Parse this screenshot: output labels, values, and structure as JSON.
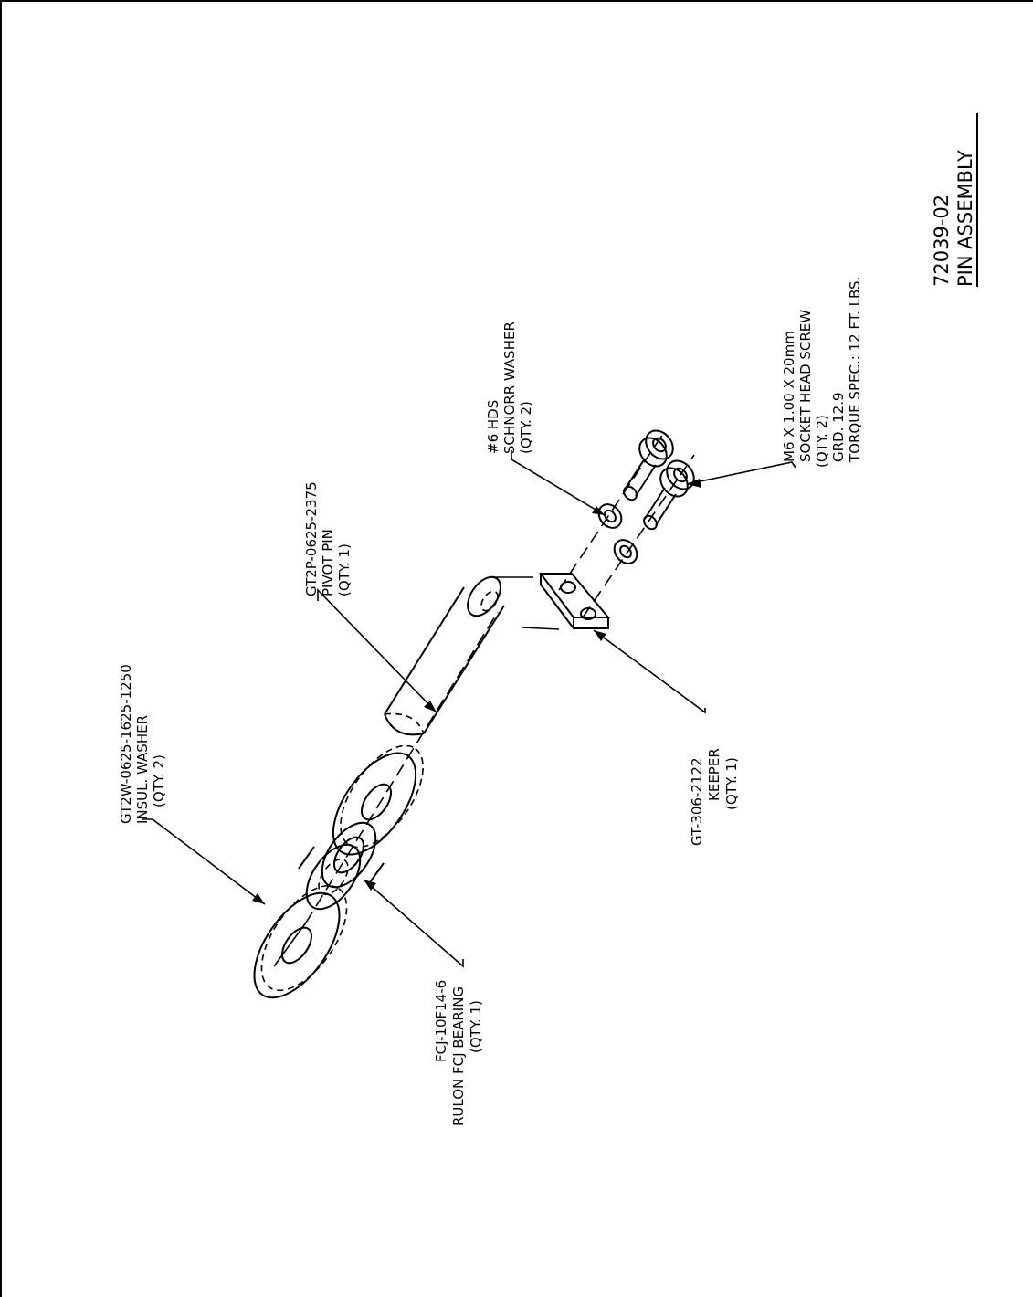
{
  "drawing": {
    "number": "72039-02",
    "title": "PIN ASSEMBLY"
  },
  "callouts": {
    "insul_washer": [
      "GT2W-0625-1625-1250",
      "INSUL. WASHER",
      "(QTY. 2)"
    ],
    "bearing": [
      "FCJ-10F14-6",
      "RULON FCJ BEARING",
      "(QTY. 1)"
    ],
    "pivot_pin": [
      "GT2P-0625-2375",
      "PIVOT PIN",
      "(QTY. 1)"
    ],
    "keeper": [
      "GT-306-2122",
      "KEEPER",
      "(QTY. 1)"
    ],
    "schnorr_washer": [
      "#6 HDS",
      "SCHNORR WASHER",
      "(QTY. 2)"
    ],
    "screw": [
      "M6 X 1.00 X 20mm",
      "SOCKET HEAD SCREW",
      "(QTY. 2)",
      "GRD. 12.9",
      "TORQUE SPEC.: 12 FT. LBS."
    ]
  }
}
